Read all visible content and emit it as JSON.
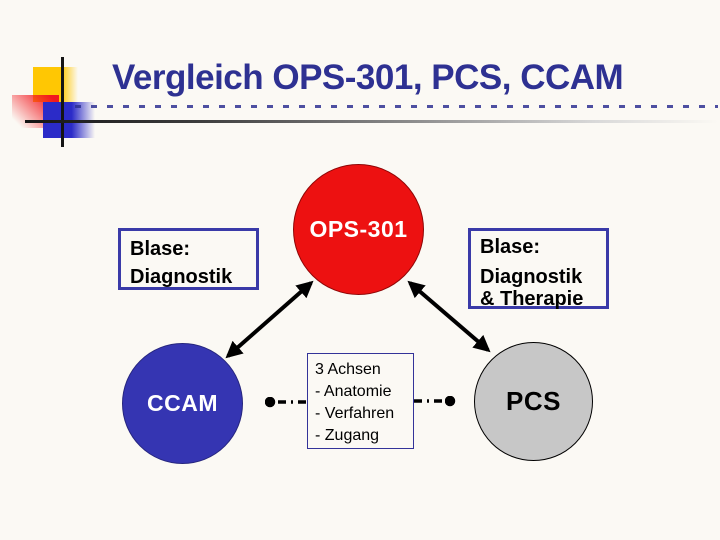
{
  "title": "Vergleich OPS-301, PCS, CCAM",
  "nodes": {
    "ops": {
      "label": "OPS-301",
      "color": "#ED1111"
    },
    "ccam": {
      "label": "CCAM",
      "color": "#3535B2"
    },
    "pcs": {
      "label": "PCS",
      "color": "#C7C7C7"
    }
  },
  "labels": {
    "left_box": {
      "line1": "Blase:",
      "line2": "Diagnostik"
    },
    "right_box": {
      "line1": "Blase:",
      "line2": "Diagnostik",
      "line3": "& Therapie"
    },
    "center_box": {
      "lines": [
        "3 Achsen",
        "- Anatomie",
        "- Verfahren",
        "- Zugang"
      ]
    }
  },
  "colors": {
    "title_text": "#2E3192",
    "box_border": "#3A3AA8",
    "arrow": "#000000",
    "background": "#FBF9F4"
  }
}
